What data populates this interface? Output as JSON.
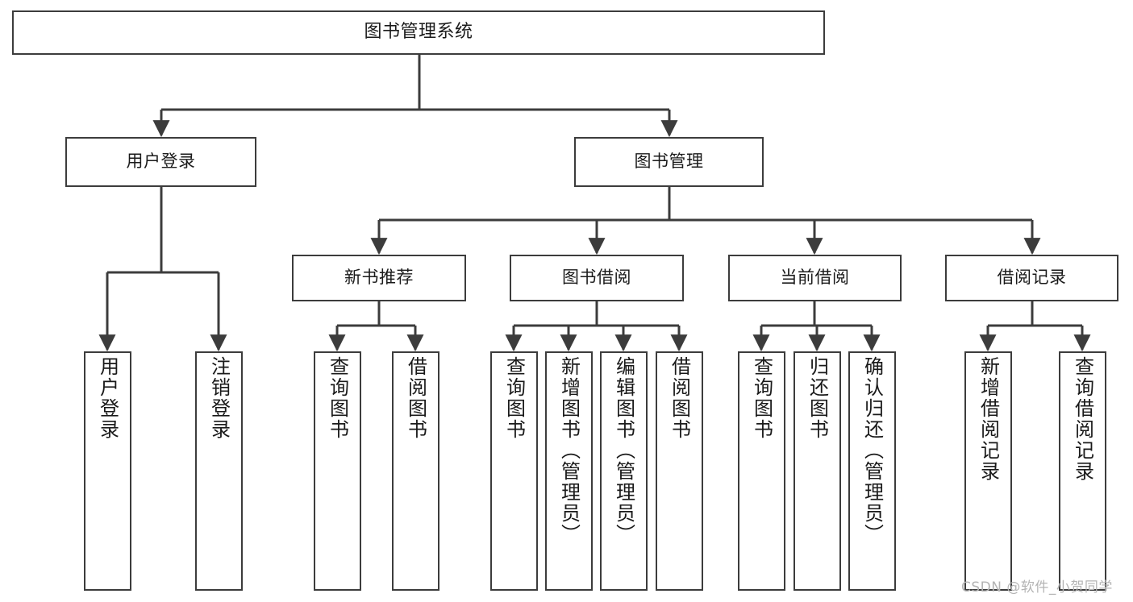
{
  "diagram": {
    "title": "图书管理系统",
    "type": "tree-hierarchy",
    "root": {
      "id": "root",
      "label": "图书管理系统"
    },
    "level1": [
      {
        "id": "user-login",
        "label": "用户登录"
      },
      {
        "id": "book-management",
        "label": "图书管理"
      }
    ],
    "level2": [
      {
        "id": "new-book-recommend",
        "label": "新书推荐",
        "parent": "book-management"
      },
      {
        "id": "book-borrow",
        "label": "图书借阅",
        "parent": "book-management"
      },
      {
        "id": "current-borrow",
        "label": "当前借阅",
        "parent": "book-management"
      },
      {
        "id": "borrow-record",
        "label": "借阅记录",
        "parent": "book-management"
      }
    ],
    "leaves": {
      "user_login": [
        {
          "id": "leaf-user-login",
          "label": "用户登录"
        },
        {
          "id": "leaf-user-logout",
          "label": "注销登录"
        }
      ],
      "new_book_recommend": [
        {
          "id": "leaf-query-book-1",
          "label": "查询图书"
        },
        {
          "id": "leaf-borrow-book-1",
          "label": "借阅图书"
        }
      ],
      "book_borrow": [
        {
          "id": "leaf-query-book-2",
          "label": "查询图书"
        },
        {
          "id": "leaf-add-book",
          "label": "新增图书（管理员）"
        },
        {
          "id": "leaf-edit-book",
          "label": "编辑图书（管理员）"
        },
        {
          "id": "leaf-borrow-book-2",
          "label": "借阅图书"
        }
      ],
      "current_borrow": [
        {
          "id": "leaf-query-book-3",
          "label": "查询图书"
        },
        {
          "id": "leaf-return-book",
          "label": "归还图书"
        },
        {
          "id": "leaf-confirm-return",
          "label": "确认归还（管理员）"
        }
      ],
      "borrow_record": [
        {
          "id": "leaf-add-record",
          "label": "新增借阅记录"
        },
        {
          "id": "leaf-query-record",
          "label": "查询借阅记录"
        }
      ]
    }
  },
  "watermark": {
    "text": "CSDN @软件_小贺同学"
  },
  "colors": {
    "stroke": "#3c3c3c",
    "background": "#ffffff",
    "text": "#1a1a1a",
    "watermark": "#b4b4b4"
  }
}
